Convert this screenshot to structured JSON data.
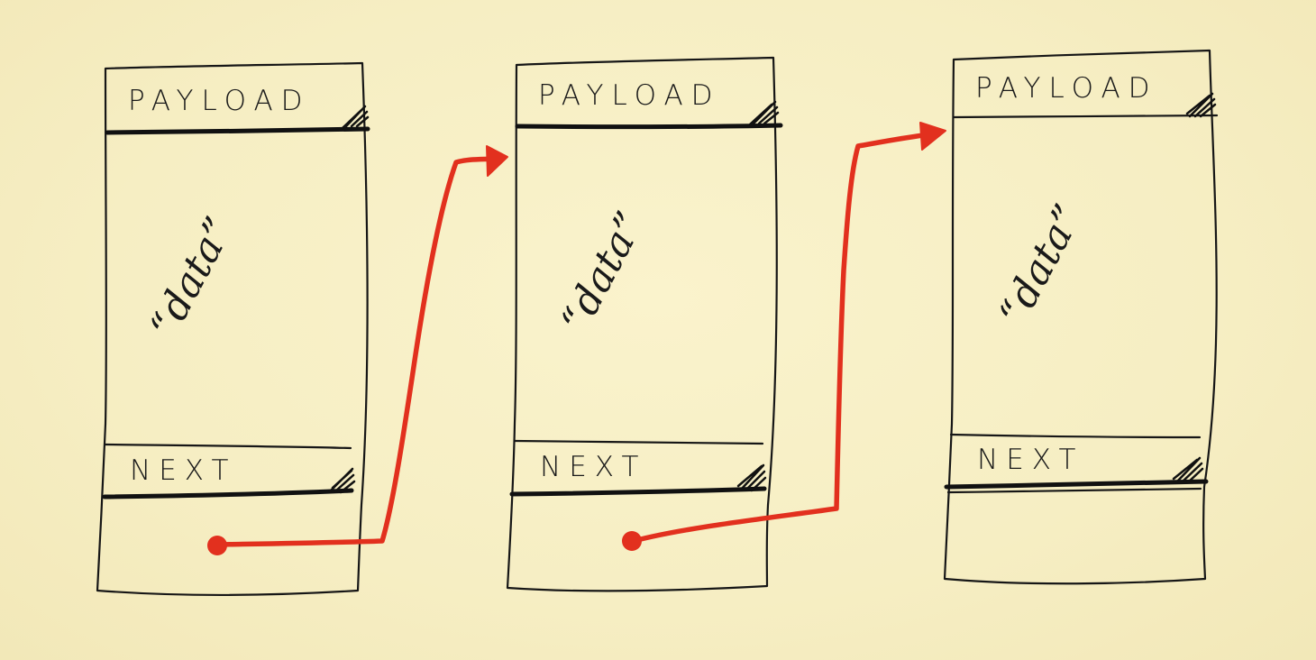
{
  "diagram": {
    "nodes": [
      {
        "id": "node-1",
        "header_label": "PAYLOAD",
        "data_label": "“data”",
        "next_label": "NEXT"
      },
      {
        "id": "node-2",
        "header_label": "PAYLOAD",
        "data_label": "“data”",
        "next_label": "NEXT"
      },
      {
        "id": "node-3",
        "header_label": "PAYLOAD",
        "data_label": "“data”",
        "next_label": "NEXT"
      }
    ],
    "edges": [
      {
        "from": "node-1",
        "to": "node-2"
      },
      {
        "from": "node-2",
        "to": "node-3"
      }
    ],
    "colors": {
      "background": "#f8f0c4",
      "ink": "#161616",
      "pointer": "#e2301e"
    }
  }
}
